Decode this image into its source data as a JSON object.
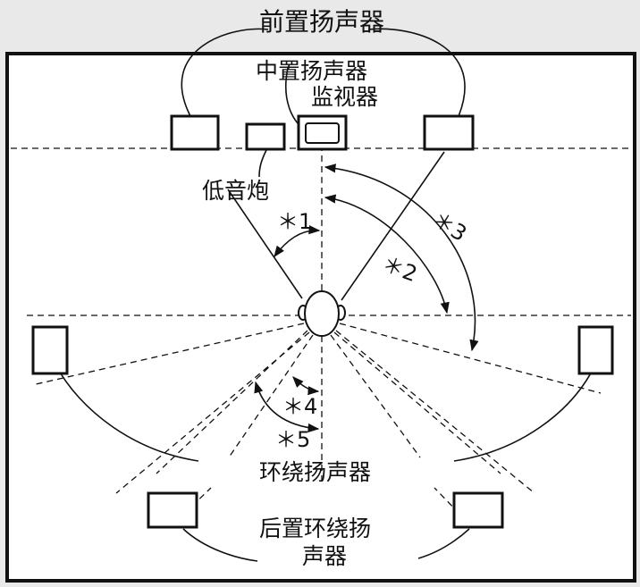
{
  "labels": {
    "front_speakers": "前置扬声器",
    "center_speaker": "中置扬声器",
    "monitor": "监视器",
    "subwoofer": "低音炮",
    "surround_speakers": "环绕扬声器",
    "rear_surround_line1": "后置环绕扬",
    "rear_surround_line2": "声器"
  },
  "angle_marks": {
    "a1": "＊1",
    "a2": "＊2",
    "a3": "＊3",
    "a4": "＊4",
    "a5": "＊5"
  },
  "colors": {
    "frame_background": "#e9e9e9",
    "room_fill": "#ffffff",
    "line": "#111111"
  }
}
